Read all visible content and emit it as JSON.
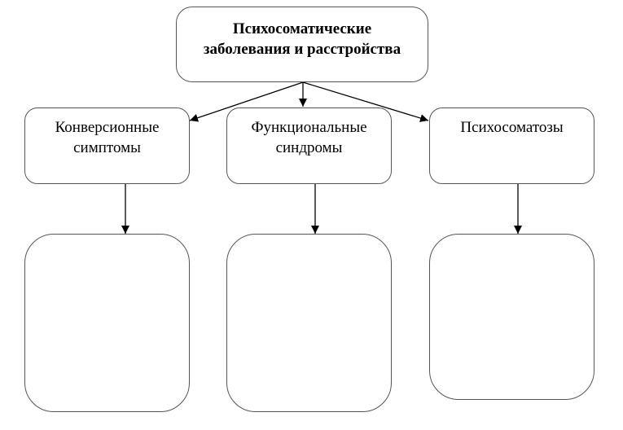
{
  "diagram": {
    "root": {
      "label": "Психосоматические заболевания и расстройства",
      "line1": "Психосоматические",
      "line2": "заболевания и расстройства"
    },
    "categories": [
      {
        "label": "Конверсионные симптомы",
        "line1": "Конверсионные",
        "line2": "симптомы",
        "child_text": ""
      },
      {
        "label": "Функциональные синдромы",
        "line1": "Функциональные",
        "line2": "синдромы",
        "child_text": ""
      },
      {
        "label": "Психосоматозы",
        "line1": "Психосоматозы",
        "line2": "",
        "child_text": ""
      }
    ],
    "colors": {
      "border": "#555555",
      "arrow": "#000000",
      "background": "#ffffff"
    }
  }
}
